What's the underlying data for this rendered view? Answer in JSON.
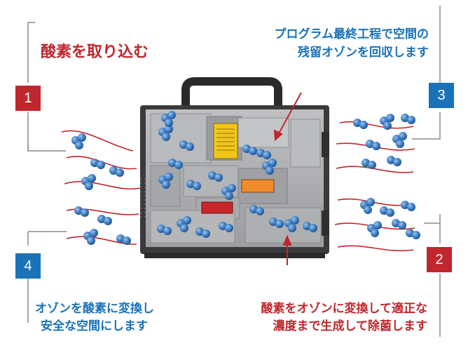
{
  "steps": [
    {
      "number": "1",
      "text_lines": [
        "酸素を取り込む"
      ],
      "color": "#c0262d"
    },
    {
      "number": "2",
      "text_lines": [
        "酸素をオゾンに変換して適正な",
        "濃度まで生成して除菌します"
      ],
      "color": "#c0262d"
    },
    {
      "number": "3",
      "text_lines": [
        "プログラム最終工程で空間の",
        "残留オゾンを回収します"
      ],
      "color": "#1a72b8"
    },
    {
      "number": "4",
      "text_lines": [
        "オゾンを酸素に変換し",
        "安全な空間にします"
      ],
      "color": "#1a72b8"
    }
  ],
  "colors": {
    "accent_red": "#c0262d",
    "accent_blue": "#1a72b8",
    "device_body": "#a9aaac",
    "ozone_molecule": "#3f7fc4"
  },
  "icons": [
    "ozone-generator-device",
    "oxygen-molecule",
    "ozone-molecule",
    "air-flow-arrow"
  ]
}
